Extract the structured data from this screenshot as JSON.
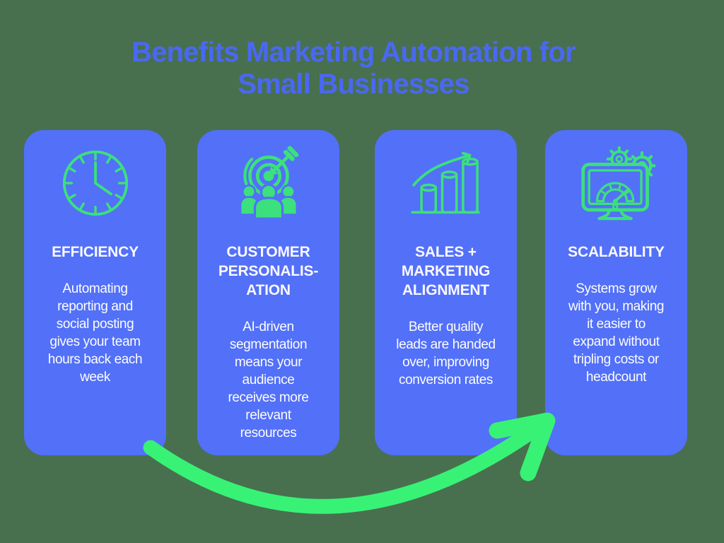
{
  "colors": {
    "background": "#48704F",
    "card": "#5270F8",
    "icon_green": "#3CE07C",
    "arrow_green": "#38F276",
    "title_blue": "#4A68F2",
    "heading_white": "#FAF8FF",
    "body_white": "#FDFDFF"
  },
  "title": "Benefits Marketing Automation for\nSmall Businesses",
  "cards": [
    {
      "icon": "clock-icon",
      "heading": "EFFICIENCY",
      "body": "Automating\nreporting and\nsocial posting\ngives your team\nhours back each\nweek"
    },
    {
      "icon": "target-audience-icon",
      "heading": "CUSTOMER\nPERSONALIS-\nATION",
      "body": "AI-driven\nsegmentation\nmeans your\naudience\nreceives more\nrelevant\nresources"
    },
    {
      "icon": "growth-bar-chart-icon",
      "heading": "SALES +\nMARKETING\nALIGNMENT",
      "body": "Better quality\nleads are handed\nover, improving\nconversion rates"
    },
    {
      "icon": "performance-monitor-icon",
      "heading": "SCALABILITY",
      "body": "Systems grow\nwith you, making\nit easier to\nexpand without\ntripling costs or\nheadcount"
    }
  ],
  "arrow": {
    "name": "curved-arrow"
  }
}
